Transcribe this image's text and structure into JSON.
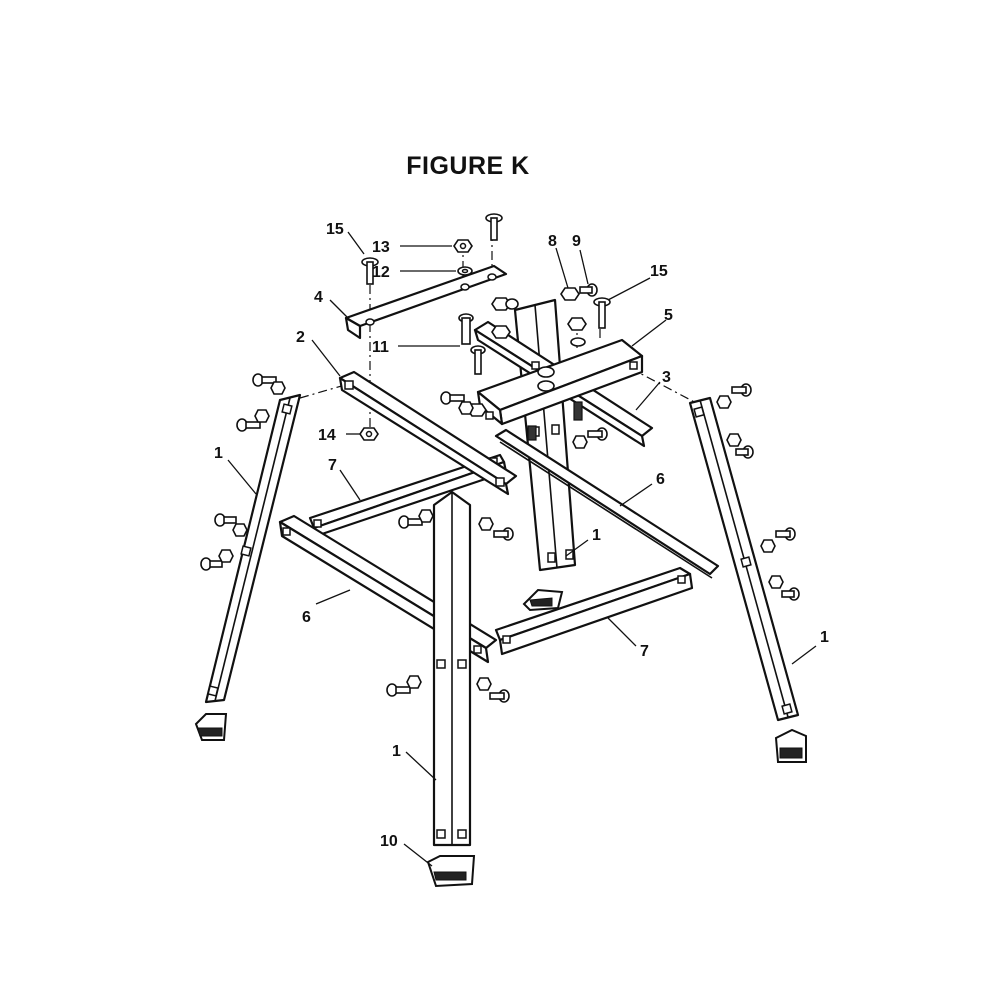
{
  "figure": {
    "title": "FIGURE K"
  },
  "callouts": [
    {
      "id": "c1a",
      "label": "1"
    },
    {
      "id": "c1b",
      "label": "1"
    },
    {
      "id": "c1c",
      "label": "1"
    },
    {
      "id": "c1d",
      "label": "1"
    },
    {
      "id": "c2",
      "label": "2"
    },
    {
      "id": "c3",
      "label": "3"
    },
    {
      "id": "c4",
      "label": "4"
    },
    {
      "id": "c5",
      "label": "5"
    },
    {
      "id": "c6a",
      "label": "6"
    },
    {
      "id": "c6b",
      "label": "6"
    },
    {
      "id": "c7a",
      "label": "7"
    },
    {
      "id": "c7b",
      "label": "7"
    },
    {
      "id": "c8",
      "label": "8"
    },
    {
      "id": "c9",
      "label": "9"
    },
    {
      "id": "c10",
      "label": "10"
    },
    {
      "id": "c11",
      "label": "11"
    },
    {
      "id": "c12",
      "label": "12"
    },
    {
      "id": "c13",
      "label": "13"
    },
    {
      "id": "c14",
      "label": "14"
    },
    {
      "id": "c15a",
      "label": "15"
    },
    {
      "id": "c15b",
      "label": "15"
    }
  ]
}
